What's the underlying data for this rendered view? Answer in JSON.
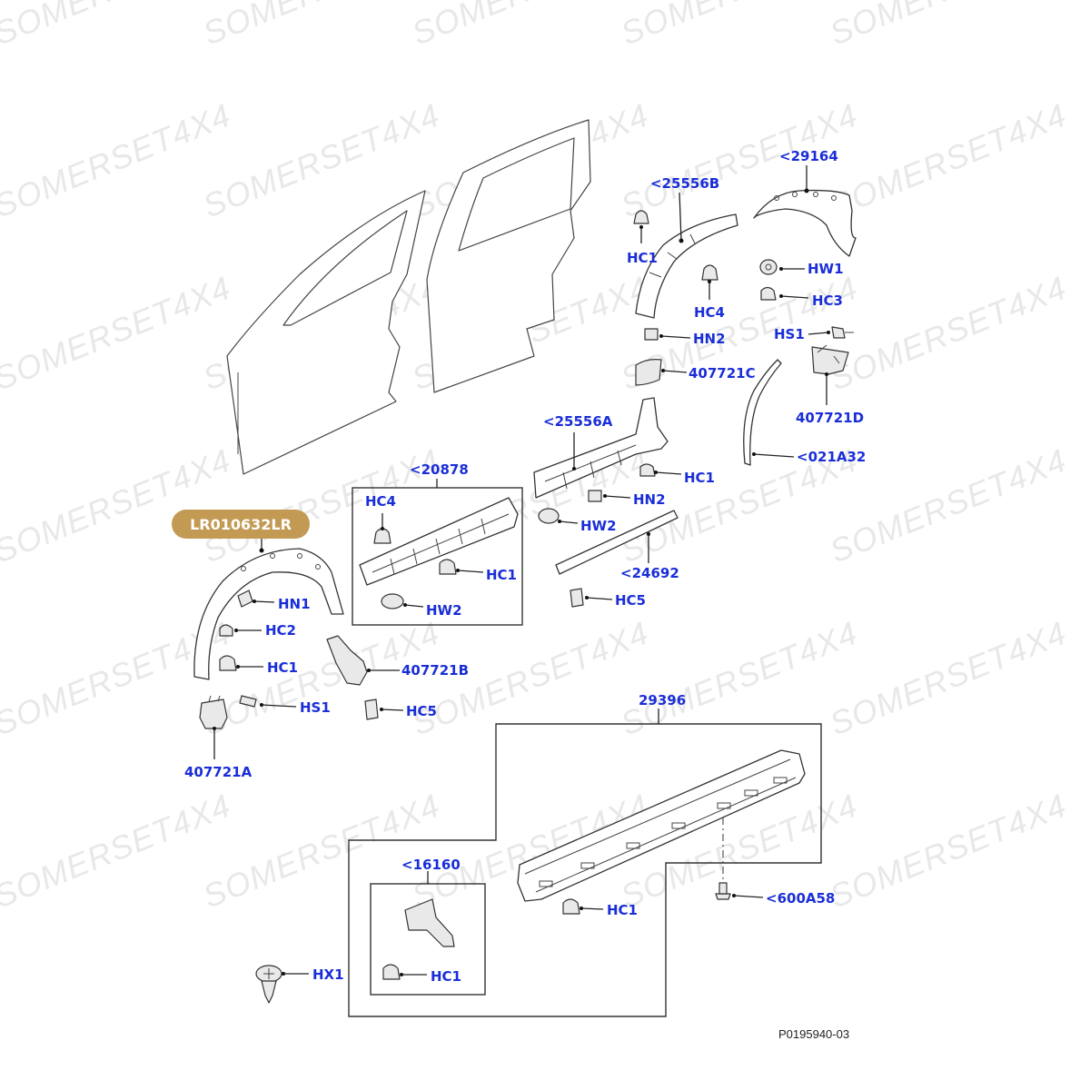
{
  "watermark": "SOMERSET4X4",
  "highlight": {
    "part_number": "LR010632LR",
    "color": "#c29a54"
  },
  "figure_reference": "P0195940-03",
  "label_color": "#1a2ed8",
  "labels": {
    "p29164": "<29164",
    "p25556B": "<25556B",
    "hc1_top": "HC1",
    "hc4_top": "HC4",
    "hw1": "HW1",
    "hc3": "HC3",
    "hn2_top": "HN2",
    "hs1_top": "HS1",
    "p407721C": "407721C",
    "p407721D": "407721D",
    "p25556A": "<25556A",
    "p021A32": "<021A32",
    "hc1_mid_right": "HC1",
    "hn2_mid": "HN2",
    "hw2_mid": "HW2",
    "p24692": "<24692",
    "hc5_mid": "HC5",
    "p20878": "<20878",
    "hc4_box": "HC4",
    "hc1_box": "HC1",
    "hw2_box": "HW2",
    "hn1": "HN1",
    "hc2": "HC2",
    "hc1_arch": "HC1",
    "hs1_low": "HS1",
    "p407721B": "407721B",
    "hc5_low": "HC5",
    "p407721A": "407721A",
    "p29396": "29396",
    "p16160": "<16160",
    "hc1_sill": "HC1",
    "p600A58": "<600A58",
    "hx1": "HX1",
    "hc1_bracket": "HC1"
  }
}
